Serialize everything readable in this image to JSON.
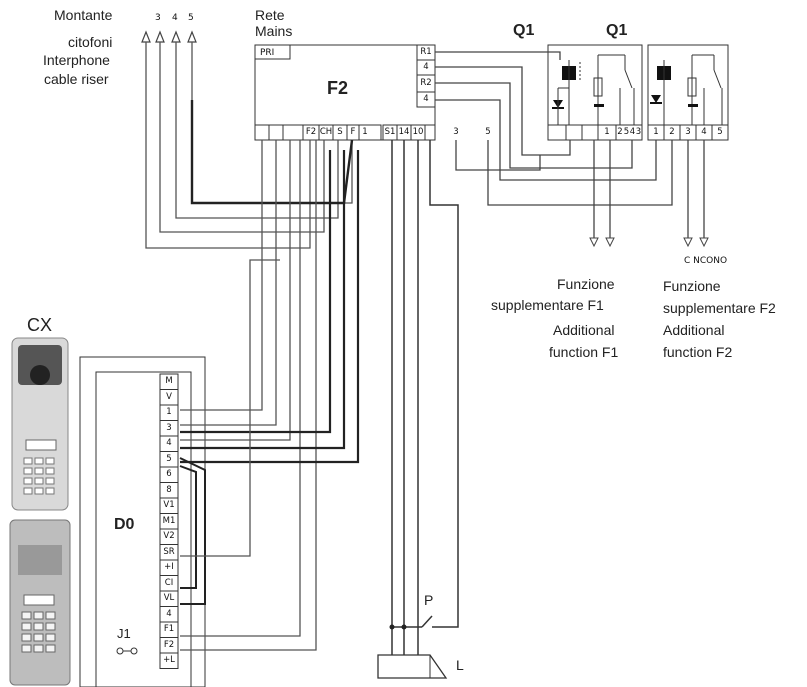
{
  "labels": {
    "riser_it": "Montante",
    "riser_it2": "citofoni",
    "riser_en": "Interphone",
    "riser_en2": "cable riser",
    "riser_terms": [
      "3",
      "4",
      "5"
    ],
    "mains_it": "Rete",
    "mains_en": "Mains",
    "f2": "F2",
    "pri": "PRI",
    "q1a": "Q1",
    "q1b": "Q1",
    "cx": "CX",
    "d0": "D0",
    "j1": "J1",
    "p": "P",
    "l": "L",
    "f1_it": "Funzione",
    "f1_it2": "supplementare F1",
    "f1_en": "Additional",
    "f1_en2": "function F1",
    "f2_it": "Funzione",
    "f2_it2": "supplementare F2",
    "f2_en": "Additional",
    "f2_en2": "function F2",
    "c_nc_no": "C  NCONO"
  },
  "f2_right_terminals": [
    "R1",
    "4",
    "R2",
    "4"
  ],
  "f2_bottom_terminals": [
    "F2",
    "CH",
    "S",
    "F",
    "1",
    "S1",
    "14",
    "10",
    "3",
    "5"
  ],
  "q1a_terminals": [
    "1",
    "2",
    "5",
    "4",
    "3"
  ],
  "q1b_terminals": [
    "1",
    "2",
    "3",
    "4",
    "5"
  ],
  "d0_terminals": [
    "M",
    "V",
    "1",
    "3",
    "4",
    "5",
    "6",
    "8",
    "V1",
    "M1",
    "V2",
    "SR",
    "+I",
    "CI",
    "VL",
    "4",
    "F1",
    "F2",
    "+L"
  ]
}
